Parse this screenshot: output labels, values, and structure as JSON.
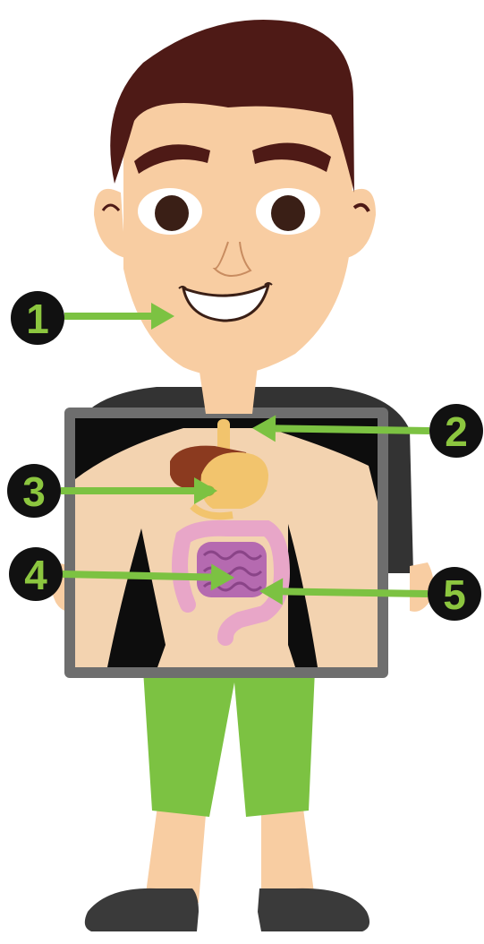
{
  "colors": {
    "skin": "#F8CDA2",
    "skin_shadow": "#EDBB8D",
    "hair": "#4E1A16",
    "eyebrow": "#4E1A16",
    "eye_white": "#FFFFFF",
    "pupil": "#3A1F16",
    "pants": "#7CC242",
    "shoes": "#3A3A3A",
    "jacket": "#333333",
    "frame": "#6E6E6E",
    "screen_bg": "#0D0D0D",
    "arrow": "#7CC242",
    "badge_bg": "#111111",
    "badge_text": "#8CC63F",
    "liver": "#8B3A1F",
    "stomach": "#F2C46D",
    "esophagus": "#F2C46D",
    "gallbladder": "#8DB33A",
    "small_intestine": "#B56AB0",
    "large_intestine": "#E8A6C8"
  },
  "diagram": {
    "subject": "person-holding-xray",
    "labels": [
      {
        "id": "1",
        "text": "1",
        "target": "mouth"
      },
      {
        "id": "2",
        "text": "2",
        "target": "esophagus"
      },
      {
        "id": "3",
        "text": "3",
        "target": "stomach"
      },
      {
        "id": "4",
        "text": "4",
        "target": "small-intestine"
      },
      {
        "id": "5",
        "text": "5",
        "target": "large-intestine"
      }
    ]
  }
}
